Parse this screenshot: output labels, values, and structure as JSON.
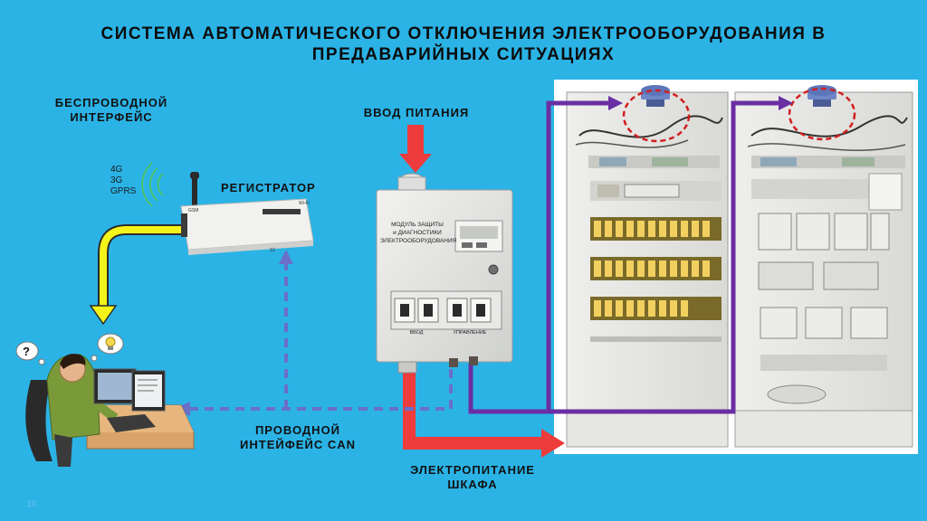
{
  "title": {
    "line1": "СИСТЕМА АВТОМАТИЧЕСКОГО ОТКЛЮЧЕНИЯ ЭЛЕКТРООБОРУДОВАНИЯ В",
    "line2": "ПРЕДАВАРИЙНЫХ СИТУАЦИЯХ"
  },
  "labels": {
    "wireless_line1": "БЕСПРОВОДНОЙ",
    "wireless_line2": "ИНТЕРФЕЙС",
    "registrator": "РЕГИСТРАТОР",
    "power_input": "ВВОД ПИТАНИЯ",
    "wired_line1": "ПРОВОДНОЙ",
    "wired_line2": "ИНТЕЙФЕЙС CAN",
    "cabinet_power_line1": "ЭЛЕКТРОПИТАНИЕ",
    "cabinet_power_line2": "ШКАФА"
  },
  "networks": [
    "4G",
    "3G",
    "GPRS"
  ],
  "module": {
    "line1": "МОДУЛЬ ЗАЩИТЫ",
    "line2": "и ДИАГНОСТИКИ",
    "line3": "ЭЛЕКТРООБОРУДОВАНИЯ",
    "breaker_left": "ВВОД",
    "breaker_right": "УПРАВЛЕНИЕ"
  },
  "registrator_device": {
    "gsm": "GSM",
    "wifi": "Wi-Fi",
    "s1": "S1"
  },
  "page_number": "10",
  "colors": {
    "background": "#2bb3e6",
    "power_arrow": "#ee3b3b",
    "can_line": "#6a6fc7",
    "wireless_arrow": "#f4f41a",
    "sensor_link": "#6a2fa3"
  }
}
